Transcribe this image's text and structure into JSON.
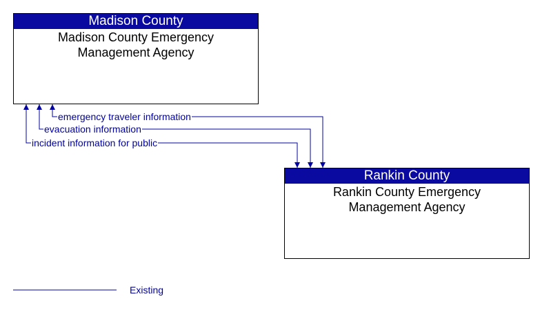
{
  "elements": {
    "madison": {
      "header": "Madison County",
      "body": "Madison County Emergency Management Agency"
    },
    "rankin": {
      "header": "Rankin County",
      "body": "Rankin County Emergency Management Agency"
    }
  },
  "flows": [
    {
      "label": "emergency traveler information",
      "from": "Rankin County Emergency Management Agency",
      "to": "Madison County Emergency Management Agency",
      "status": "Existing"
    },
    {
      "label": "evacuation information",
      "from": "Rankin County Emergency Management Agency",
      "to": "Madison County Emergency Management Agency",
      "status": "Existing"
    },
    {
      "label": "incident information for public",
      "from": "Madison County Emergency Management Agency",
      "to": "Rankin County Emergency Management Agency",
      "status": "Existing"
    }
  ],
  "legend": {
    "existing_label": "Existing"
  },
  "colors": {
    "header_fill": "#0a0aa0",
    "flow_line": "#0000a0",
    "box_border": "#000000"
  }
}
